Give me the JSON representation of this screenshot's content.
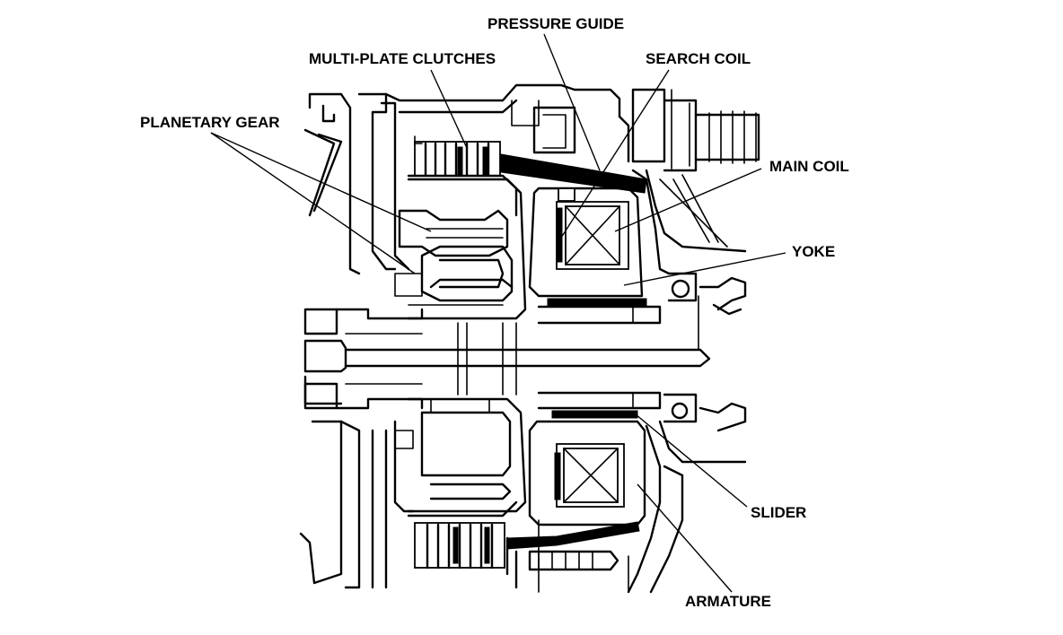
{
  "diagram": {
    "labels": {
      "pressure_guide": "PRESSURE GUIDE",
      "multi_plate_clutches": "MULTI-PLATE CLUTCHES",
      "search_coil": "SEARCH COIL",
      "planetary_gear": "PLANETARY GEAR",
      "main_coil": "MAIN COIL",
      "yoke": "YOKE",
      "slider": "SLIDER",
      "armature": "ARMATURE"
    }
  }
}
